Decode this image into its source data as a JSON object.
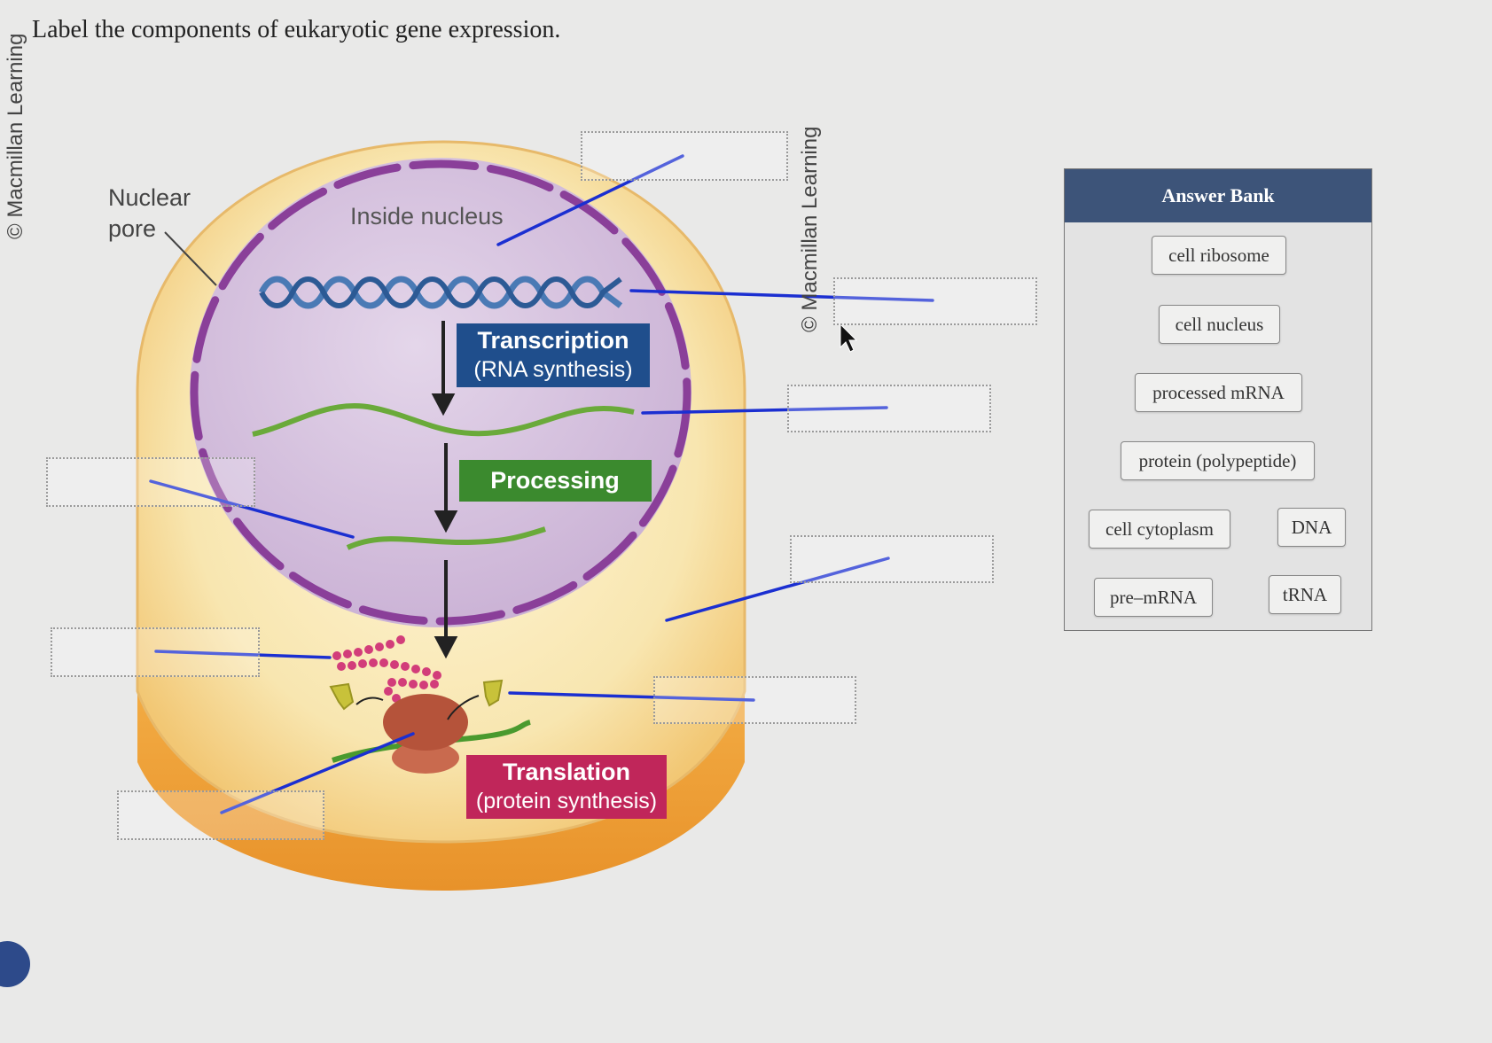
{
  "question": "Label the components of eukaryotic gene expression.",
  "credits": {
    "left": "© Macmillan Learning",
    "middle": "© Macmillan Learning"
  },
  "diagram": {
    "nuclear_pore_label": [
      "Nuclear",
      "pore"
    ],
    "inside_nucleus_label": "Inside nucleus",
    "transcription": {
      "title": "Transcription",
      "subtitle": "(RNA synthesis)",
      "color": "#1f4e8c"
    },
    "processing": {
      "title": "Processing",
      "color": "#3b8a2e"
    },
    "translation": {
      "title": "Translation",
      "subtitle": "(protein synthesis)",
      "color": "#c0265a"
    }
  },
  "answer_bank": {
    "title": "Answer Bank",
    "items": [
      "cell ribosome",
      "cell nucleus",
      "processed mRNA",
      "protein (polypeptide)",
      "cell cytoplasm",
      "DNA",
      "pre–mRNA",
      "tRNA"
    ]
  },
  "colors": {
    "leader_line": "#1b2fd1",
    "bank_header": "#3d5479",
    "nucleus": "#d9c6e0",
    "cytoplasm": "#f6dc9c"
  }
}
